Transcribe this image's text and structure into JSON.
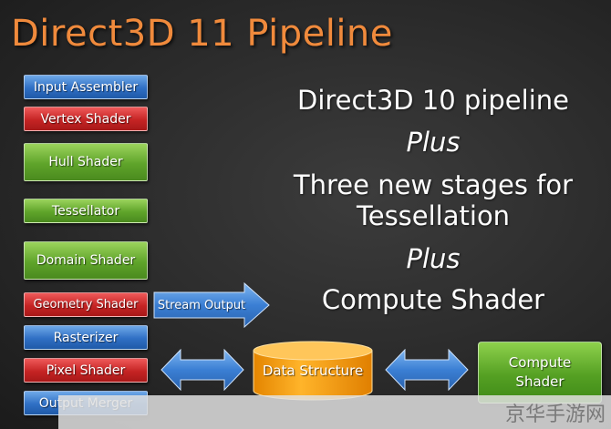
{
  "slide": {
    "title": "Direct3D 11 Pipeline",
    "pipeline_stages": [
      {
        "label": "Input Assembler",
        "color": "blue"
      },
      {
        "label": "Vertex Shader",
        "color": "red"
      },
      {
        "label": "Hull Shader",
        "color": "green"
      },
      {
        "label": "Tessellator",
        "color": "green"
      },
      {
        "label": "Domain Shader",
        "color": "green"
      },
      {
        "label": "Geometry Shader",
        "color": "red"
      },
      {
        "label": "Rasterizer",
        "color": "blue"
      },
      {
        "label": "Pixel Shader",
        "color": "red"
      },
      {
        "label": "Output Merger",
        "color": "blue"
      }
    ],
    "stream_output": "Stream Output",
    "data_structure": "Data Structure",
    "compute_shader": "Compute\nShader",
    "right_text": {
      "line1": "Direct3D 10 pipeline",
      "plus1": "Plus",
      "line2a": "Three new stages for",
      "line2b": "Tessellation",
      "plus2": "Plus",
      "line3": "Compute Shader"
    },
    "watermark": "京华手游网",
    "colors": {
      "title": "#f08a3c",
      "blue": "#2f6fc4",
      "red": "#c52424",
      "green": "#5fa42a",
      "orange": "#f39a10",
      "arrow": "#4a90e2"
    }
  }
}
